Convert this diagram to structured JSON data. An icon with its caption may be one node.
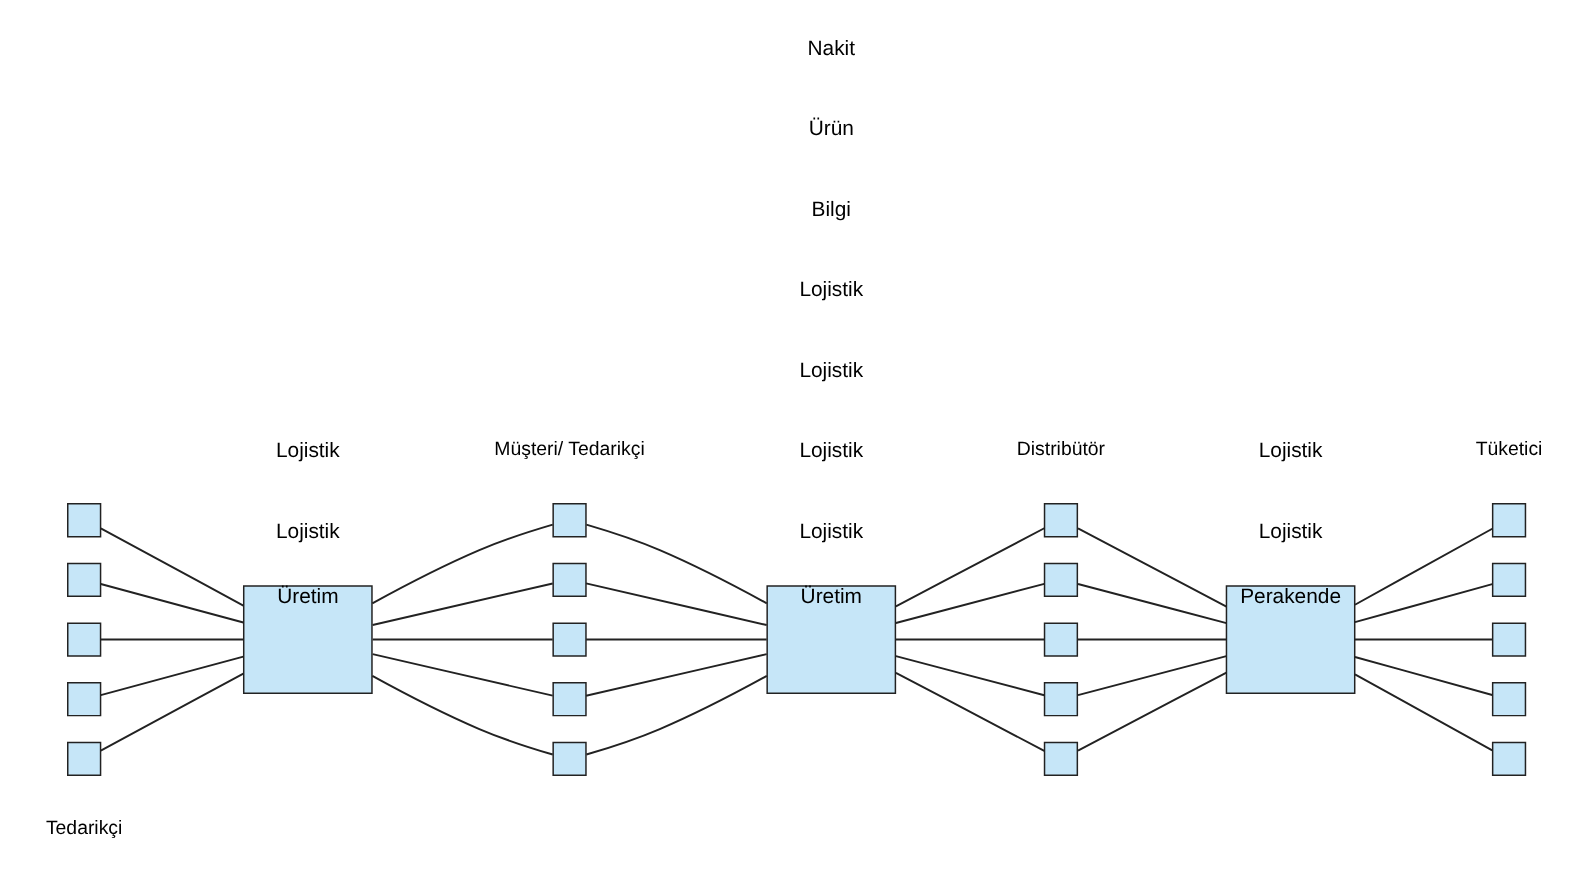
{
  "diagram": {
    "nodes": [
      {
        "text": [],
        "shape": "box"
      },
      {
        "text": [],
        "shape": "box"
      },
      {
        "text": [],
        "shape": "box"
      },
      {
        "text": [],
        "shape": "box"
      },
      {
        "text": [],
        "shape": "box"
      },
      {
        "text": [
          "Üretim"
        ]
      },
      {
        "text": [],
        "shape": "box"
      },
      {
        "text": [],
        "shape": "box"
      },
      {
        "text": [],
        "shape": "box"
      },
      {
        "text": [],
        "shape": "box"
      },
      {
        "text": [],
        "shape": "box"
      },
      {
        "text": [
          "Üretim"
        ]
      },
      {
        "text": [],
        "shape": "box"
      },
      {
        "text": [],
        "shape": "box"
      },
      {
        "text": [],
        "shape": "box"
      },
      {
        "text": [],
        "shape": "box"
      },
      {
        "text": [],
        "shape": "box"
      },
      {
        "text": [
          "Perakende"
        ]
      },
      {
        "text": [],
        "shape": "box"
      },
      {
        "text": [],
        "shape": "box"
      },
      {
        "text": [],
        "shape": "box"
      },
      {
        "text": [],
        "shape": "box"
      },
      {
        "text": [],
        "shape": "box"
      }
    ],
    "edges": [
      {
        "from": 0,
        "to": 5,
        "arrow": "none"
      },
      {
        "from": 1,
        "to": 5,
        "arrow": "none"
      },
      {
        "from": 2,
        "to": 5,
        "arrow": "none"
      },
      {
        "from": 3,
        "to": 5,
        "arrow": "none"
      },
      {
        "from": 4,
        "to": 5,
        "arrow": "none"
      },
      {
        "from": 5,
        "to": 6,
        "arrow": "none"
      },
      {
        "from": 5,
        "to": 7,
        "arrow": "none"
      },
      {
        "from": 5,
        "to": 8,
        "arrow": "none"
      },
      {
        "from": 5,
        "to": 9,
        "arrow": "none"
      },
      {
        "from": 5,
        "to": 10,
        "arrow": "none"
      },
      {
        "from": 6,
        "to": 11,
        "arrow": "none"
      },
      {
        "from": 7,
        "to": 11,
        "arrow": "none"
      },
      {
        "from": 8,
        "to": 11,
        "arrow": "none"
      },
      {
        "from": 9,
        "to": 11,
        "arrow": "none"
      },
      {
        "from": 10,
        "to": 11,
        "arrow": "none"
      },
      {
        "from": 11,
        "to": 12,
        "arrow": "none"
      },
      {
        "from": 11,
        "to": 13,
        "arrow": "none"
      },
      {
        "from": 11,
        "to": 14,
        "arrow": "none"
      },
      {
        "from": 11,
        "to": 15,
        "arrow": "none"
      },
      {
        "from": 11,
        "to": 16,
        "arrow": "none"
      },
      {
        "from": 12,
        "to": 17,
        "arrow": "none"
      },
      {
        "from": 13,
        "to": 17,
        "arrow": "none"
      },
      {
        "from": 14,
        "to": 17,
        "arrow": "none"
      },
      {
        "from": 15,
        "to": 17,
        "arrow": "none"
      },
      {
        "from": 16,
        "to": 17,
        "arrow": "none"
      },
      {
        "from": 17,
        "to": 18,
        "arrow": "none"
      },
      {
        "from": 17,
        "to": 19,
        "arrow": "none"
      },
      {
        "from": 17,
        "to": 20,
        "arrow": "none"
      },
      {
        "from": 17,
        "to": 21,
        "arrow": "none"
      },
      {
        "from": 17,
        "to": 22,
        "arrow": "none"
      }
    ],
    "labels": [
      "Tedarikçi",
      "Müşteri/ Tedarikçi",
      "Distribütör",
      "Tüketici",
      "Lojistik",
      "Lojistik",
      "Lojistik",
      "Lojistik",
      "Lojistik",
      "Lojistik",
      "Lojistik",
      "Lojistik",
      "Bilgi",
      "Ürün",
      "Nakit"
    ]
  }
}
